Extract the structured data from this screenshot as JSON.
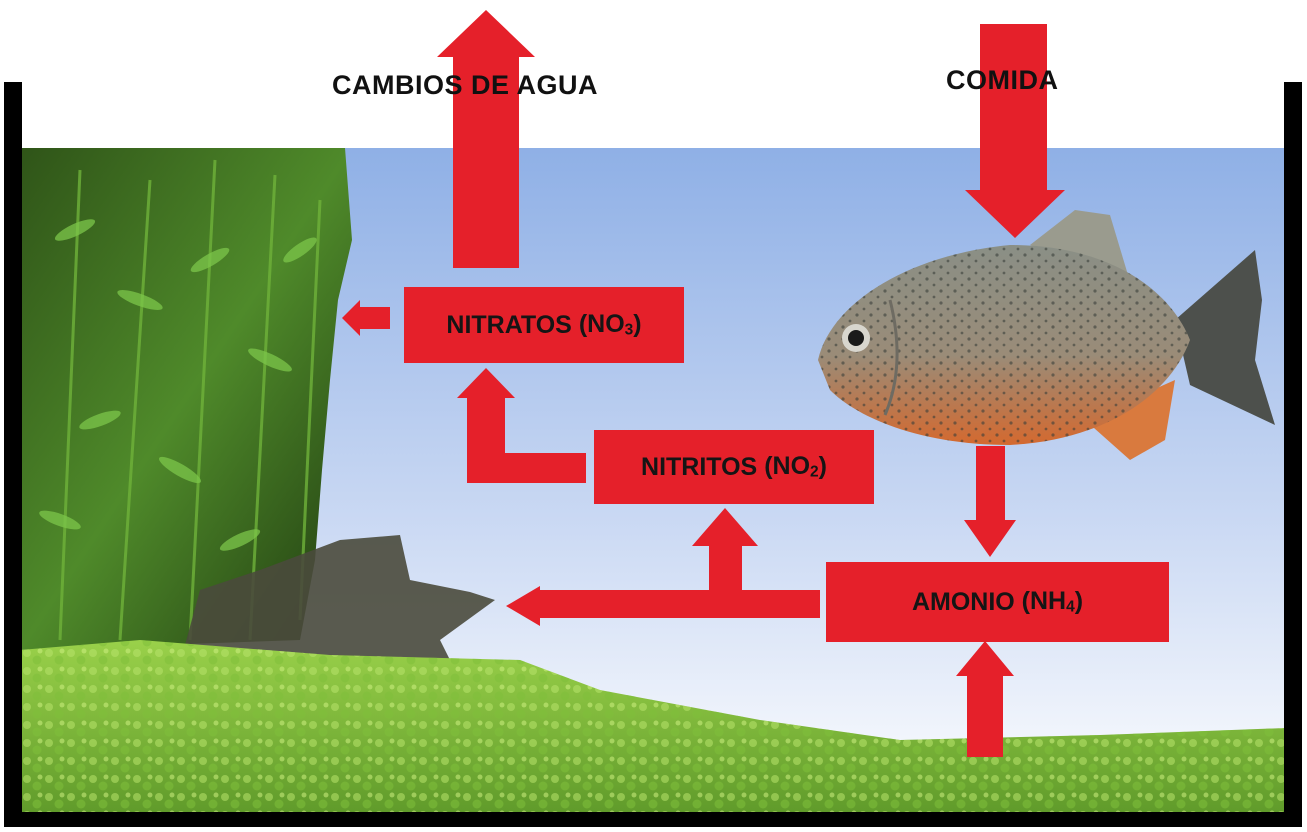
{
  "labels": {
    "water_changes": "CAMBIOS DE AGUA",
    "food": "COMIDA"
  },
  "compounds": {
    "nitrates": {
      "name": "NITRATOS",
      "formula_open": "(NO",
      "formula_sub": "3",
      "formula_close": ")"
    },
    "nitrites": {
      "name": "NITRITOS",
      "formula_open": "(NO",
      "formula_sub": "2",
      "formula_close": ")"
    },
    "ammonium": {
      "name": "AMONIO",
      "formula_open": "(NH",
      "formula_sub": "4",
      "formula_close": ")"
    }
  },
  "colors": {
    "arrow": "#e5202a",
    "box": "#e5202a",
    "water_top": "#8fb0e6",
    "water_bottom": "#ffffff",
    "tank_frame": "#000000",
    "plants": "#3f6e22",
    "substrate": "#8cc63f"
  }
}
